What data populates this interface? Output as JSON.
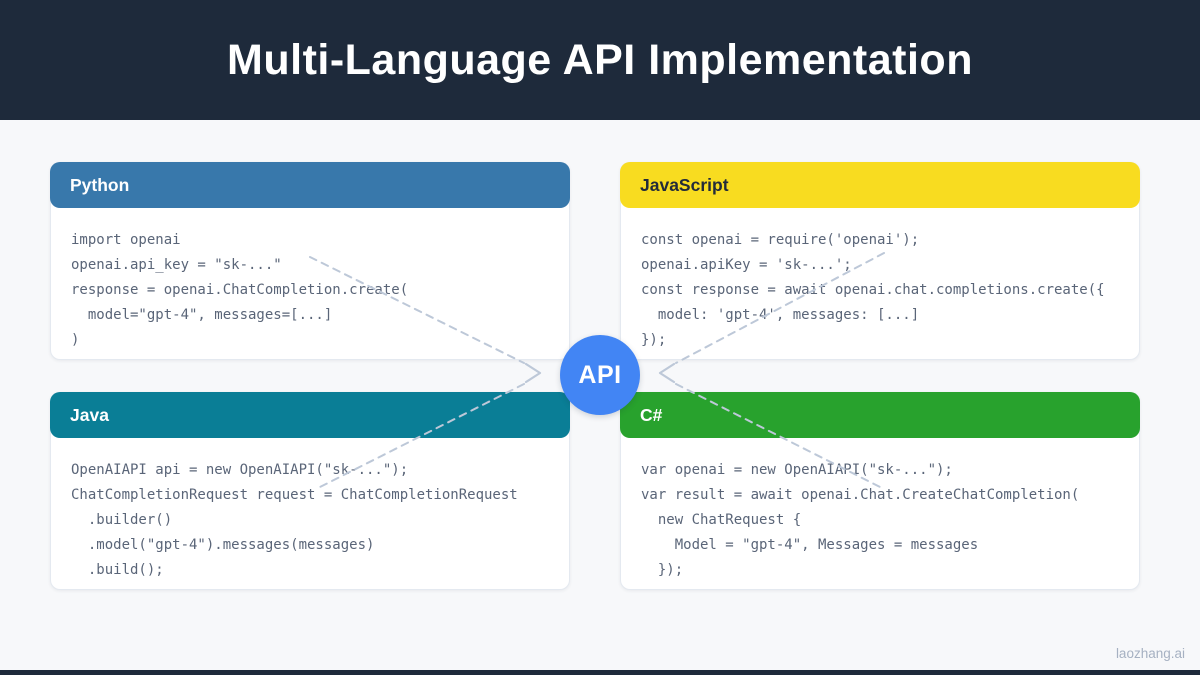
{
  "header": {
    "title": "Multi-Language API Implementation",
    "bg": "#1e2a3b"
  },
  "center": {
    "label": "API",
    "color": "#4285f4"
  },
  "connectors": {
    "color": "#bdc8d8"
  },
  "watermark": "laozhang.ai",
  "panels": [
    {
      "id": "python",
      "label": "Python",
      "color": "#3878ab",
      "text_color": "#ffffff",
      "code": [
        "import openai",
        "openai.api_key = \"sk-...\"",
        "response = openai.ChatCompletion.create(",
        "  model=\"gpt-4\", messages=[...]",
        ")"
      ]
    },
    {
      "id": "javascript",
      "label": "JavaScript",
      "color": "#f8dc20",
      "text_color": "#222b3a",
      "code": [
        "const openai = require('openai');",
        "openai.apiKey = 'sk-...';",
        "const response = await openai.chat.completions.create({",
        "  model: 'gpt-4', messages: [...]",
        "});"
      ]
    },
    {
      "id": "java",
      "label": "Java",
      "color": "#0a7e96",
      "text_color": "#ffffff",
      "code": [
        "OpenAIAPI api = new OpenAIAPI(\"sk-...\");",
        "ChatCompletionRequest request = ChatCompletionRequest",
        "  .builder()",
        "  .model(\"gpt-4\").messages(messages)",
        "  .build();"
      ]
    },
    {
      "id": "csharp",
      "label": "C#",
      "color": "#28a22d",
      "text_color": "#ffffff",
      "code": [
        "var openai = new OpenAIAPI(\"sk-...\");",
        "var result = await openai.Chat.CreateChatCompletion(",
        "  new ChatRequest {",
        "    Model = \"gpt-4\", Messages = messages",
        "  });"
      ]
    }
  ]
}
